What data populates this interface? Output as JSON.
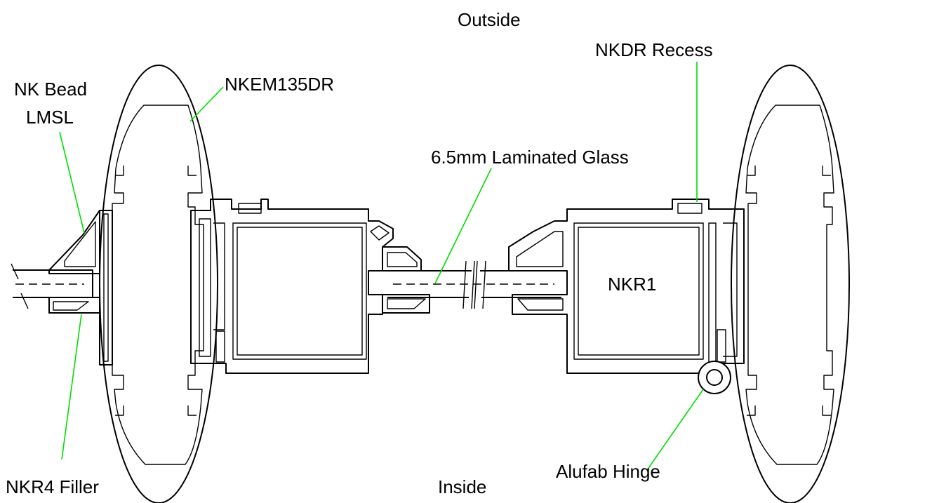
{
  "colors": {
    "line": "#000000",
    "leader": "#00dd00",
    "background": "#ffffff"
  },
  "orientation": {
    "top": "Outside",
    "bottom": "Inside"
  },
  "labels": [
    {
      "id": "outside",
      "text": "Outside"
    },
    {
      "id": "nkdr-recess",
      "text": "NKDR Recess"
    },
    {
      "id": "nk-bead-1",
      "text": "NK Bead"
    },
    {
      "id": "nk-bead-2",
      "text": "LMSL"
    },
    {
      "id": "nkem135dr",
      "text": "NKEM135DR"
    },
    {
      "id": "laminated-glass",
      "text": "6.5mm Laminated Glass"
    },
    {
      "id": "nkr1",
      "text": "NKR1"
    },
    {
      "id": "nkr4-filler",
      "text": "NKR4 Filler"
    },
    {
      "id": "inside",
      "text": "Inside"
    },
    {
      "id": "alufab-hinge",
      "text": "Alufab Hinge"
    }
  ]
}
